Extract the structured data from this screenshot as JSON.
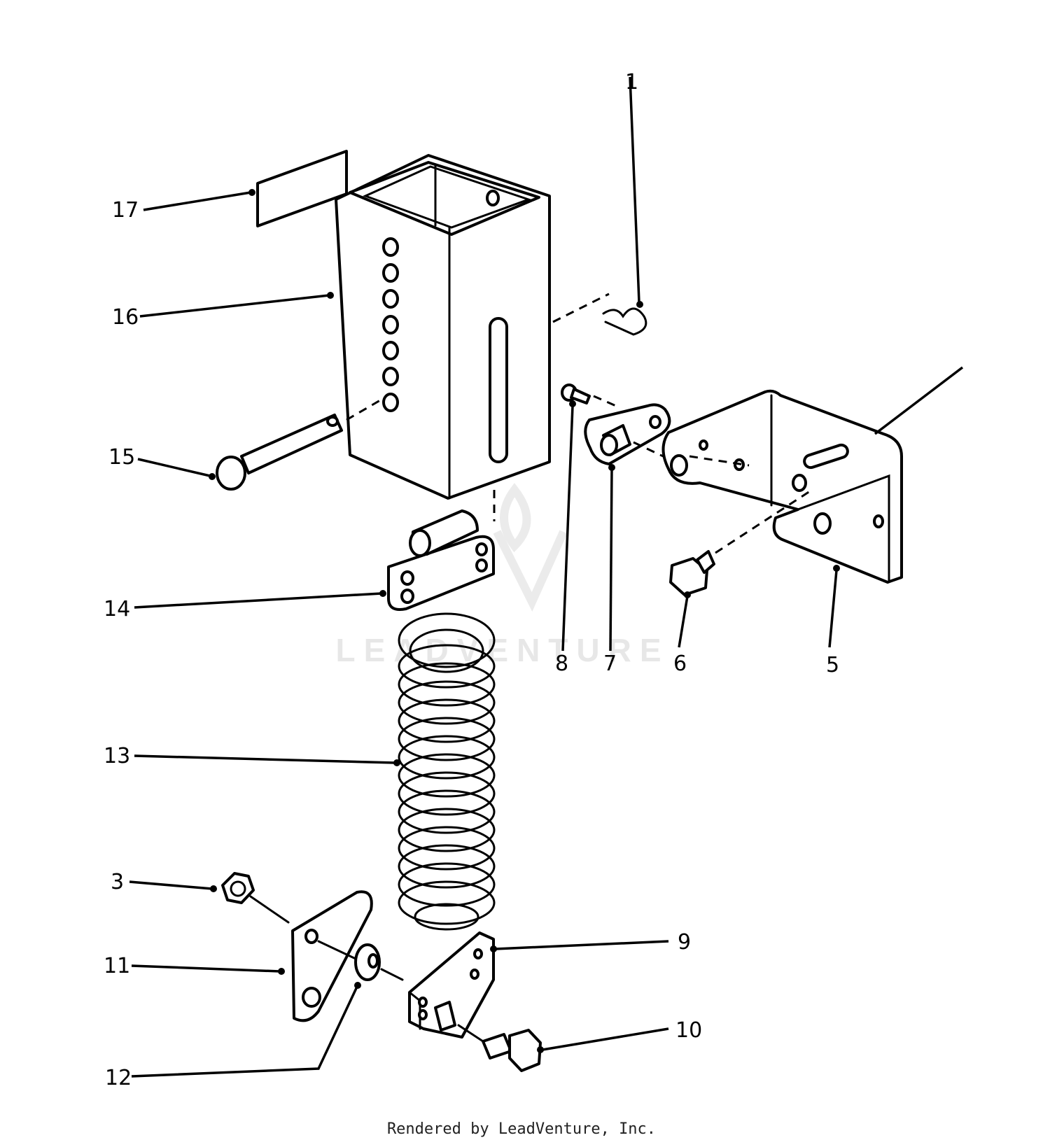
{
  "callouts": {
    "c1": "1",
    "c3": "3",
    "c5": "5",
    "c6": "6",
    "c7": "7",
    "c8": "8",
    "c9": "9",
    "c10": "10",
    "c11": "11",
    "c12": "12",
    "c13": "13",
    "c14": "14",
    "c15": "15",
    "c16": "16",
    "c17": "17"
  },
  "watermark": "LEADVENTURE",
  "footer": "Rendered by LeadVenture, Inc."
}
